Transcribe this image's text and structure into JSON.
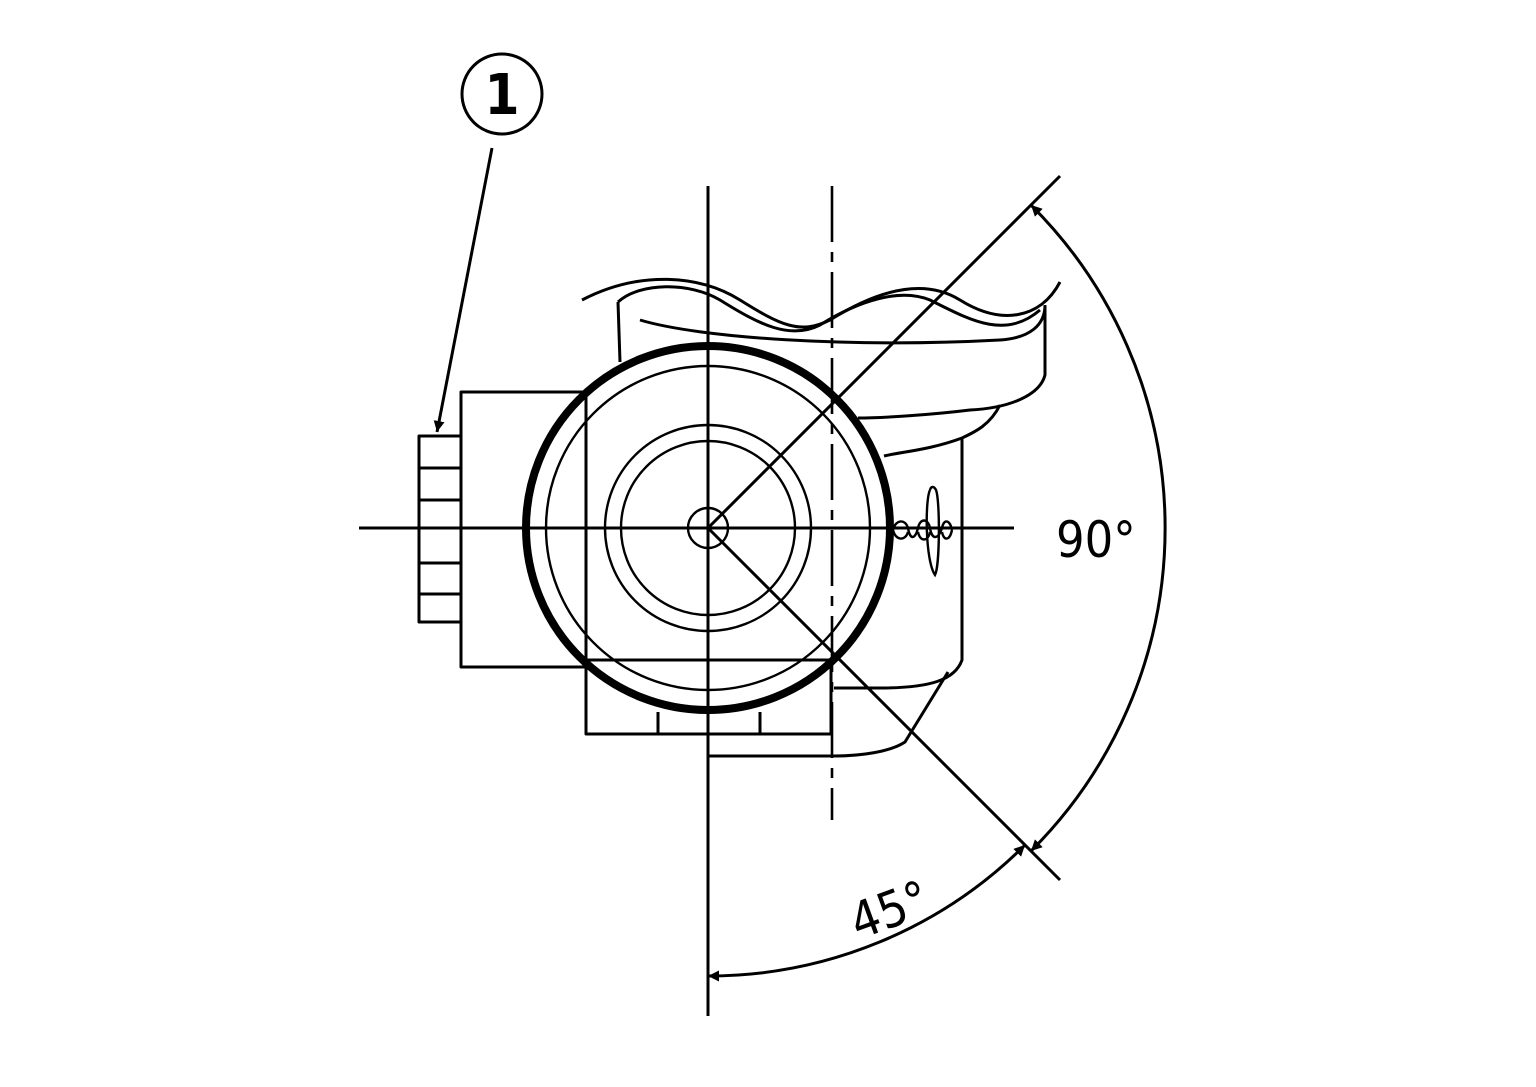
{
  "diagram": {
    "callout": {
      "number": "1"
    },
    "angles": {
      "large": "90°",
      "small": "45°"
    },
    "colors": {
      "line": "#000000",
      "background": "#ffffff"
    }
  }
}
